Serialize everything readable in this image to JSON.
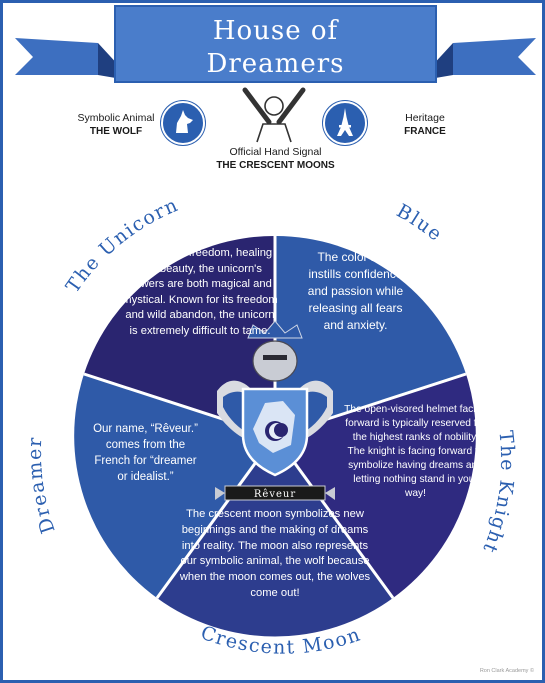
{
  "title": {
    "line1": "House of",
    "line2": "Dreamers"
  },
  "animal": {
    "label": "Symbolic Animal",
    "value": "THE WOLF"
  },
  "heritage": {
    "label": "Heritage",
    "value": "FRANCE"
  },
  "hand_signal": {
    "label": "Official Hand Signal",
    "value": "THE CRESCENT MOONS"
  },
  "segments": {
    "unicorn": {
      "heading": "The Unicorn",
      "text": "A symbol of freedom, healing and beauty, the unicorn's powers are both magical and mystical. Known for its freedom and wild abandon, the unicorn is extremely difficult to tame."
    },
    "blue": {
      "heading": "Blue",
      "text": "The color blue instills confidence and passion while releasing all fears and anxiety."
    },
    "knight": {
      "heading": "The Knight",
      "text": "The open-visored helmet facing forward is typically reserved for the highest ranks of nobility. The knight is facing forward to symbolize having dreams and letting nothing stand in your way!"
    },
    "crescent": {
      "heading": "Crescent Moon",
      "text": "The crescent moon symbolizes new beginnings and the making of dreams into reality. The moon also represents our symbolic animal, the wolf because when the moon comes out, the wolves come out!"
    },
    "dreamer": {
      "heading": "Dreamer",
      "text": "Our name, “Rêveur.” comes from the French for “dreamer or idealist.”"
    }
  },
  "crest": {
    "banner_text": "Rêveur"
  },
  "footer": "Ron Clark Academy ©",
  "colors": {
    "royal": "#2b5fb0",
    "indigo": "#2a2570",
    "navy": "#232e78",
    "deep": "#2f2a80",
    "mid": "#2f5aa8"
  }
}
